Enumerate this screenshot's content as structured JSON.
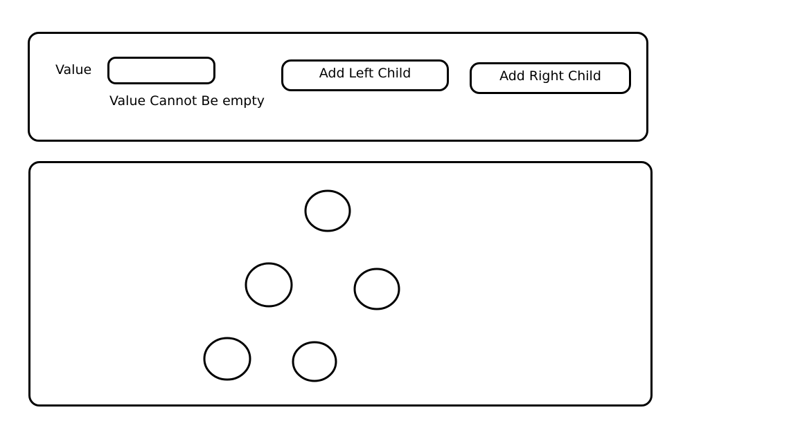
{
  "form": {
    "value_label": "Value",
    "value_input": "",
    "error_message": "Value Cannot Be empty"
  },
  "buttons": {
    "add_left_label": "Add Left Child",
    "add_right_label": "Add Right Child"
  },
  "tree": {
    "node_count": 5
  }
}
